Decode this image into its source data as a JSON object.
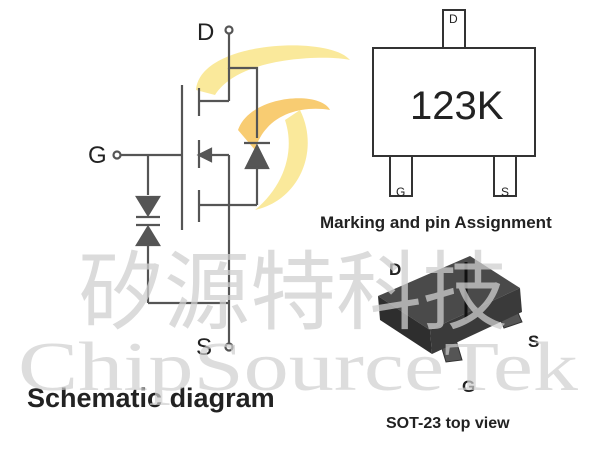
{
  "schematic": {
    "pin_d": "D",
    "pin_g": "G",
    "pin_s": "S",
    "caption": "Schematic diagram"
  },
  "marking": {
    "code": "123K",
    "pin_top": "D",
    "pin_left": "G",
    "pin_right": "S",
    "caption": "Marking and pin Assignment"
  },
  "package": {
    "pin_d": "D",
    "pin_s": "S",
    "pin_g": "G",
    "caption": "SOT-23 top view"
  },
  "watermark": {
    "chinese": "矽源特科技",
    "english": "ChipSourceTek"
  },
  "colors": {
    "line": "#555555",
    "logo_orange": "#f4a300",
    "logo_yellow": "#f7d84a",
    "package_body": "#3a3a3a",
    "watermark": "#cfcfcf"
  }
}
